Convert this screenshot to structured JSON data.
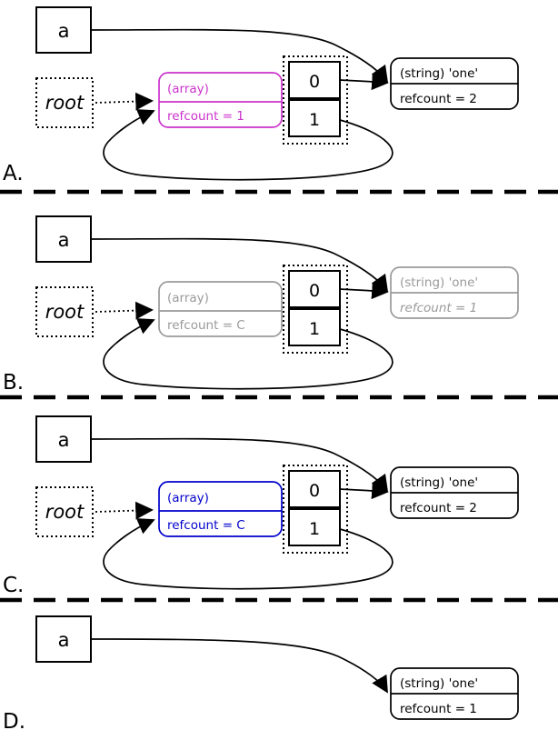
{
  "panels": [
    {
      "label": "A.",
      "var": "a",
      "root": "root",
      "array": {
        "title": "(array)",
        "refcount": "refcount = 1",
        "color": "#cc33cc"
      },
      "cells": [
        "0",
        "1"
      ],
      "string": {
        "title": "(string) 'one'",
        "refcount": "refcount = 2",
        "color": "#000000"
      }
    },
    {
      "label": "B.",
      "var": "a",
      "root": "root",
      "array": {
        "title": "(array)",
        "refcount": "refcount = C",
        "color": "#9a9a9a"
      },
      "cells": [
        "0",
        "1"
      ],
      "string": {
        "title": "(string) 'one'",
        "refcount": "refcount = 1",
        "color": "#9a9a9a"
      }
    },
    {
      "label": "C.",
      "var": "a",
      "root": "root",
      "array": {
        "title": "(array)",
        "refcount": "refcount = C",
        "color": "#0000cc"
      },
      "cells": [
        "0",
        "1"
      ],
      "string": {
        "title": "(string) 'one'",
        "refcount": "refcount = 2",
        "color": "#000000"
      }
    },
    {
      "label": "D.",
      "var": "a",
      "string": {
        "title": "(string) 'one'",
        "refcount": "refcount = 1",
        "color": "#000000"
      }
    }
  ],
  "line_color": "#000000"
}
